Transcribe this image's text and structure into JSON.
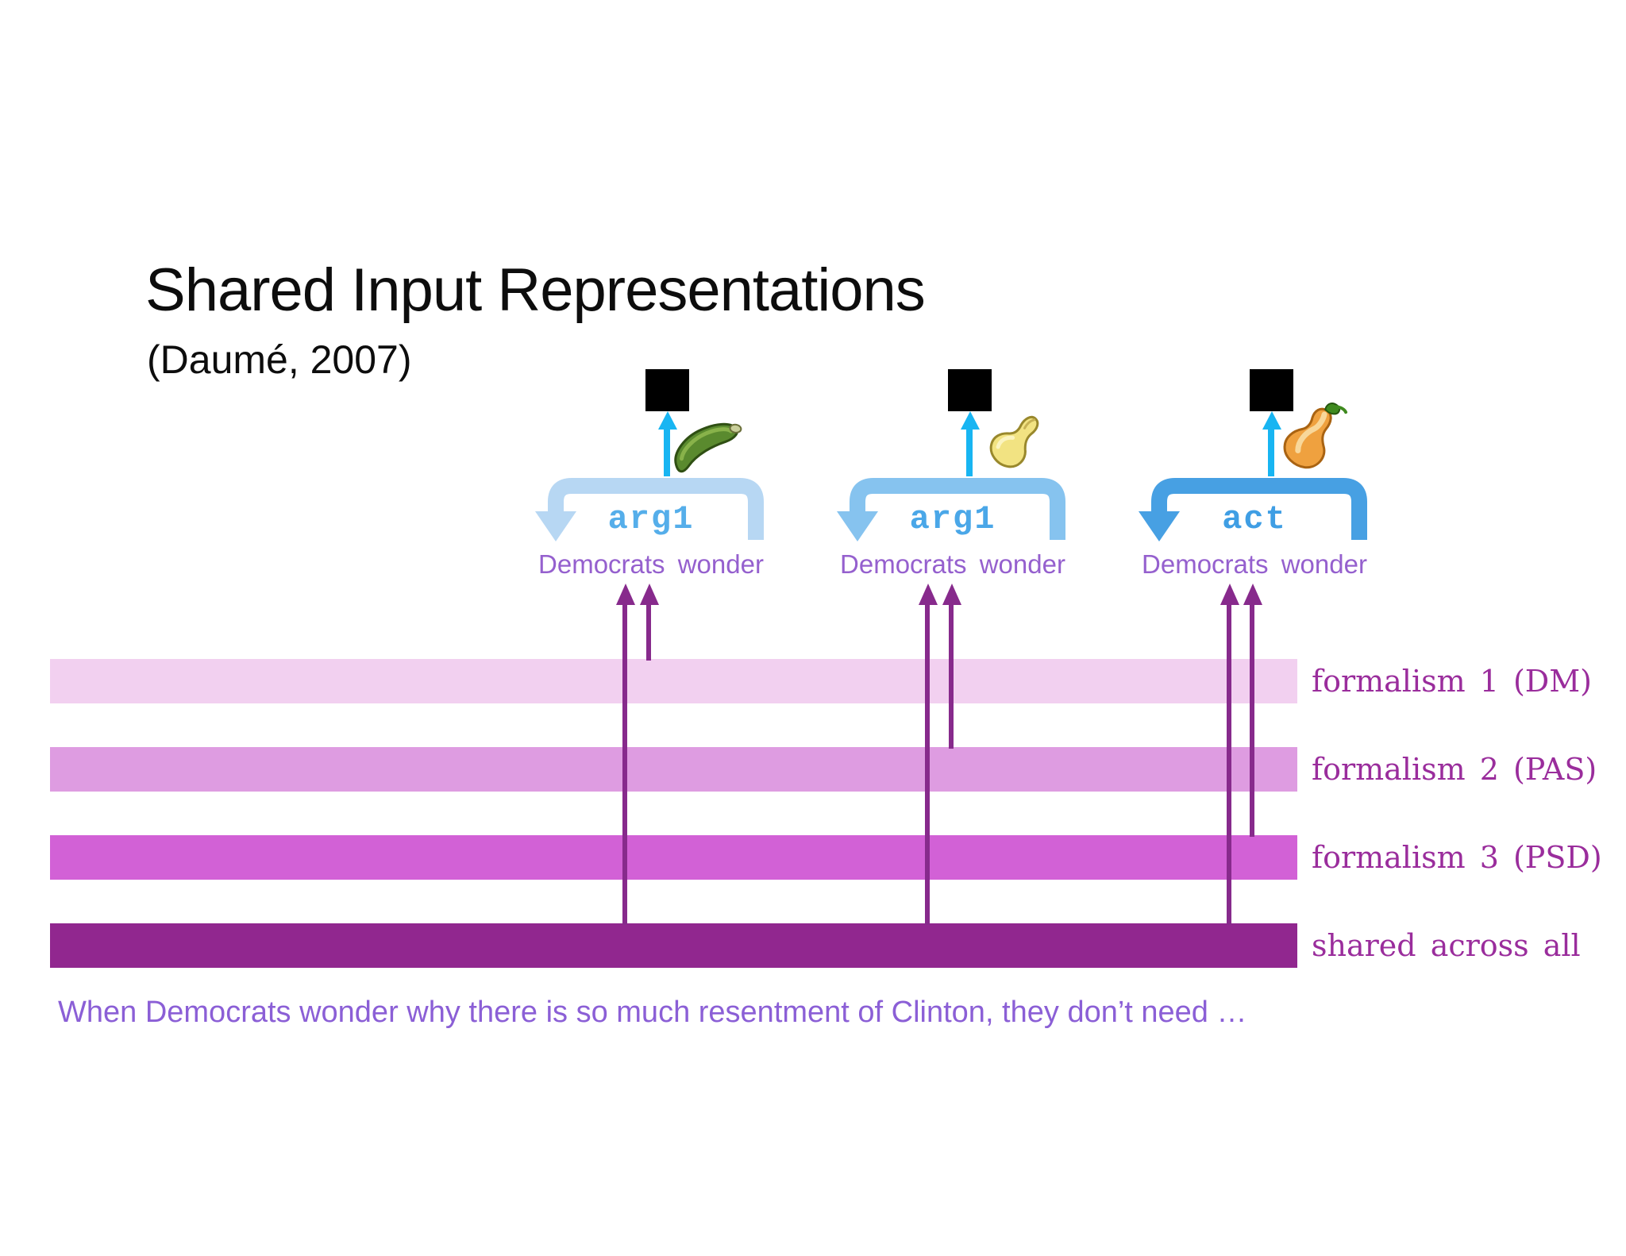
{
  "title": {
    "text": "Shared Input Representations",
    "citation": "(Daumé, 2007)"
  },
  "groups": [
    {
      "arc_label": "arg1",
      "phrase": "Democrats wonder",
      "vegetable_icon": "zucchini-icon",
      "arc_color": "#b7d7f3",
      "arc_label_color": "#55aeea"
    },
    {
      "arc_label": "arg1",
      "phrase": "Democrats wonder",
      "vegetable_icon": "yellow-gourd-icon",
      "arc_color": "#86c3ef",
      "arc_label_color": "#4aa7e8"
    },
    {
      "arc_label": "act",
      "phrase": "Democrats wonder",
      "vegetable_icon": "butternut-squash-icon",
      "arc_color": "#47a0e3",
      "arc_label_color": "#3f9ee4"
    }
  ],
  "bars": [
    {
      "label": "formalism 1 (DM)",
      "color": "#f2d0f0"
    },
    {
      "label": "formalism 2 (PAS)",
      "color": "#de9ce1"
    },
    {
      "label": "formalism 3 (PSD)",
      "color": "#d261d6"
    },
    {
      "label": "shared across all",
      "color": "#91278f"
    }
  ],
  "sentence": "When Democrats wonder why there is so much resentment of Clinton, they don’t need …",
  "colors": {
    "token_arrow": "#18b5f2",
    "alignment_arrow": "#872a8c",
    "phrase_text": "#9560ce",
    "bar_label_text": "#9a2d9c",
    "sentence_text": "#8b5fd6",
    "title_text": "#0d0d0d"
  }
}
